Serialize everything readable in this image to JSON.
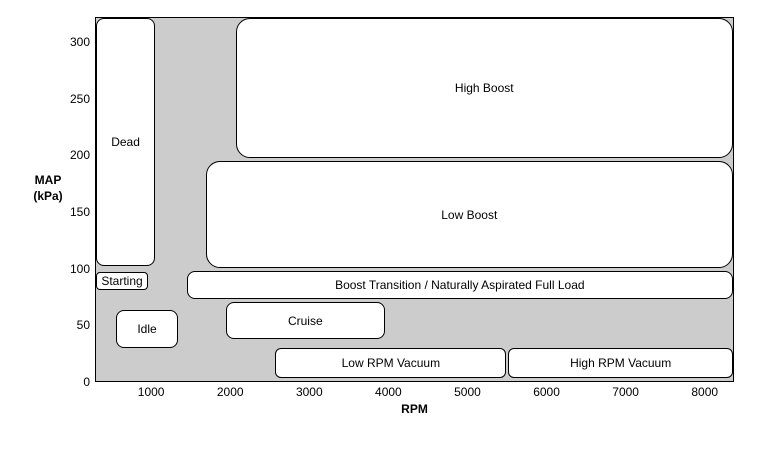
{
  "chart_data": {
    "type": "area",
    "subtype": "engine-operating-region-map",
    "title": "",
    "xlabel": "RPM",
    "ylabel": "MAP (kPa)",
    "ylabel_lines": [
      "MAP",
      "(kPa)"
    ],
    "xlim": [
      290,
      8370
    ],
    "ylim": [
      0,
      322
    ],
    "x_ticks": [
      1000,
      2000,
      3000,
      4000,
      5000,
      6000,
      7000,
      8000
    ],
    "y_ticks": [
      0,
      50,
      100,
      150,
      200,
      250,
      300
    ],
    "grid": false,
    "legend": "none",
    "regions": [
      {
        "label": "Dead",
        "rpm": [
          290,
          1040
        ],
        "map": [
          102,
          322
        ],
        "radius": 8
      },
      {
        "label": "High Boost",
        "rpm": [
          2060,
          8370
        ],
        "map": [
          198,
          322
        ],
        "radius": 14
      },
      {
        "label": "Low Boost",
        "rpm": [
          1680,
          8370
        ],
        "map": [
          100,
          195
        ],
        "radius": 14
      },
      {
        "label": "Boost Transition / Naturally Aspirated Full Load",
        "rpm": [
          1440,
          8370
        ],
        "map": [
          73,
          98
        ],
        "radius": 8
      },
      {
        "label": "Starting",
        "rpm": [
          290,
          950
        ],
        "map": [
          81,
          97
        ],
        "radius": 4
      },
      {
        "label": "Idle",
        "rpm": [
          545,
          1330
        ],
        "map": [
          29,
          63
        ],
        "radius": 8
      },
      {
        "label": "Cruise",
        "rpm": [
          1935,
          3955
        ],
        "map": [
          37,
          70
        ],
        "radius": 8
      },
      {
        "label": "Low RPM Vacuum",
        "rpm": [
          2565,
          5495
        ],
        "map": [
          3,
          29
        ],
        "radius": 6
      },
      {
        "label": "High RPM Vacuum",
        "rpm": [
          5520,
          8370
        ],
        "map": [
          3,
          29
        ],
        "radius": 6
      }
    ],
    "colors": {
      "plot_background": "#cccccc",
      "region_fill": "#ffffff",
      "stroke": "#000000",
      "text": "#000000"
    }
  }
}
